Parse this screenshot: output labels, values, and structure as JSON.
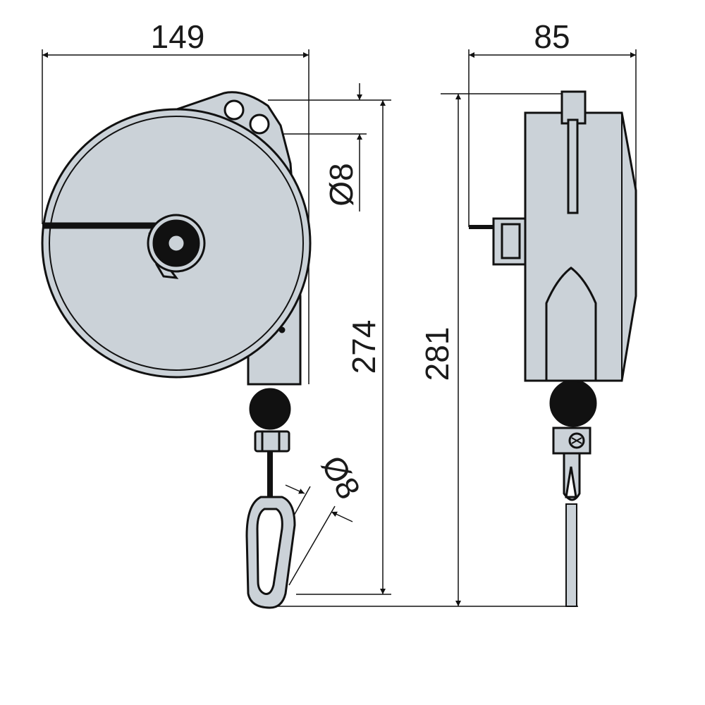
{
  "drawing": {
    "fill_color": "#cbd2d8",
    "line_color": "#111111",
    "dimensions": {
      "overall_width": "149",
      "depth": "85",
      "mount_hole_diameter": "Ø8",
      "height_to_hook": "274",
      "overall_height": "281",
      "hook_diameter": "Ø8"
    }
  }
}
